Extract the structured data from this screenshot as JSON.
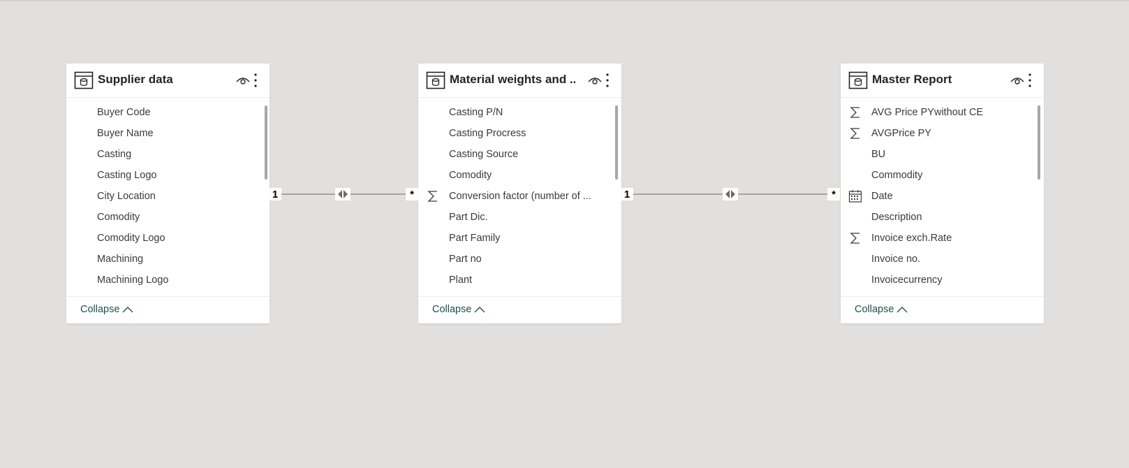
{
  "tables": [
    {
      "title": "Supplier data",
      "fields": [
        {
          "label": "Buyer Code",
          "icon": ""
        },
        {
          "label": "Buyer Name",
          "icon": ""
        },
        {
          "label": "Casting",
          "icon": ""
        },
        {
          "label": "Casting Logo",
          "icon": ""
        },
        {
          "label": "City Location",
          "icon": ""
        },
        {
          "label": "Comodity",
          "icon": ""
        },
        {
          "label": "Comodity Logo",
          "icon": ""
        },
        {
          "label": "Machining",
          "icon": ""
        },
        {
          "label": "Machining Logo",
          "icon": ""
        }
      ],
      "collapse_label": "Collapse"
    },
    {
      "title": "Material weights and ...",
      "fields": [
        {
          "label": "Casting P/N",
          "icon": ""
        },
        {
          "label": "Casting Procress",
          "icon": ""
        },
        {
          "label": "Casting Source",
          "icon": ""
        },
        {
          "label": "Comodity",
          "icon": ""
        },
        {
          "label": "Conversion factor (number of ...",
          "icon": "sigma"
        },
        {
          "label": "Part Dic.",
          "icon": ""
        },
        {
          "label": "Part Family",
          "icon": ""
        },
        {
          "label": "Part no",
          "icon": ""
        },
        {
          "label": "Plant",
          "icon": ""
        }
      ],
      "collapse_label": "Collapse"
    },
    {
      "title": "Master Report",
      "fields": [
        {
          "label": "AVG Price PYwithout CE",
          "icon": "sigma"
        },
        {
          "label": "AVGPrice PY",
          "icon": "sigma"
        },
        {
          "label": "BU",
          "icon": ""
        },
        {
          "label": "Commodity",
          "icon": ""
        },
        {
          "label": "Date",
          "icon": "calendar"
        },
        {
          "label": "Description",
          "icon": ""
        },
        {
          "label": "Invoice exch.Rate",
          "icon": "sigma"
        },
        {
          "label": "Invoice no.",
          "icon": ""
        },
        {
          "label": "Invoicecurrency",
          "icon": ""
        }
      ],
      "collapse_label": "Collapse"
    }
  ],
  "relationships": [
    {
      "from_cardinality": "1",
      "to_cardinality": "*",
      "direction": "both"
    },
    {
      "from_cardinality": "1",
      "to_cardinality": "*",
      "direction": "both"
    }
  ],
  "colors": {
    "canvas": "#e1e0de",
    "card": "#ffffff",
    "collapse_text": "#1f4e4f",
    "line": "#6d6c6b"
  }
}
